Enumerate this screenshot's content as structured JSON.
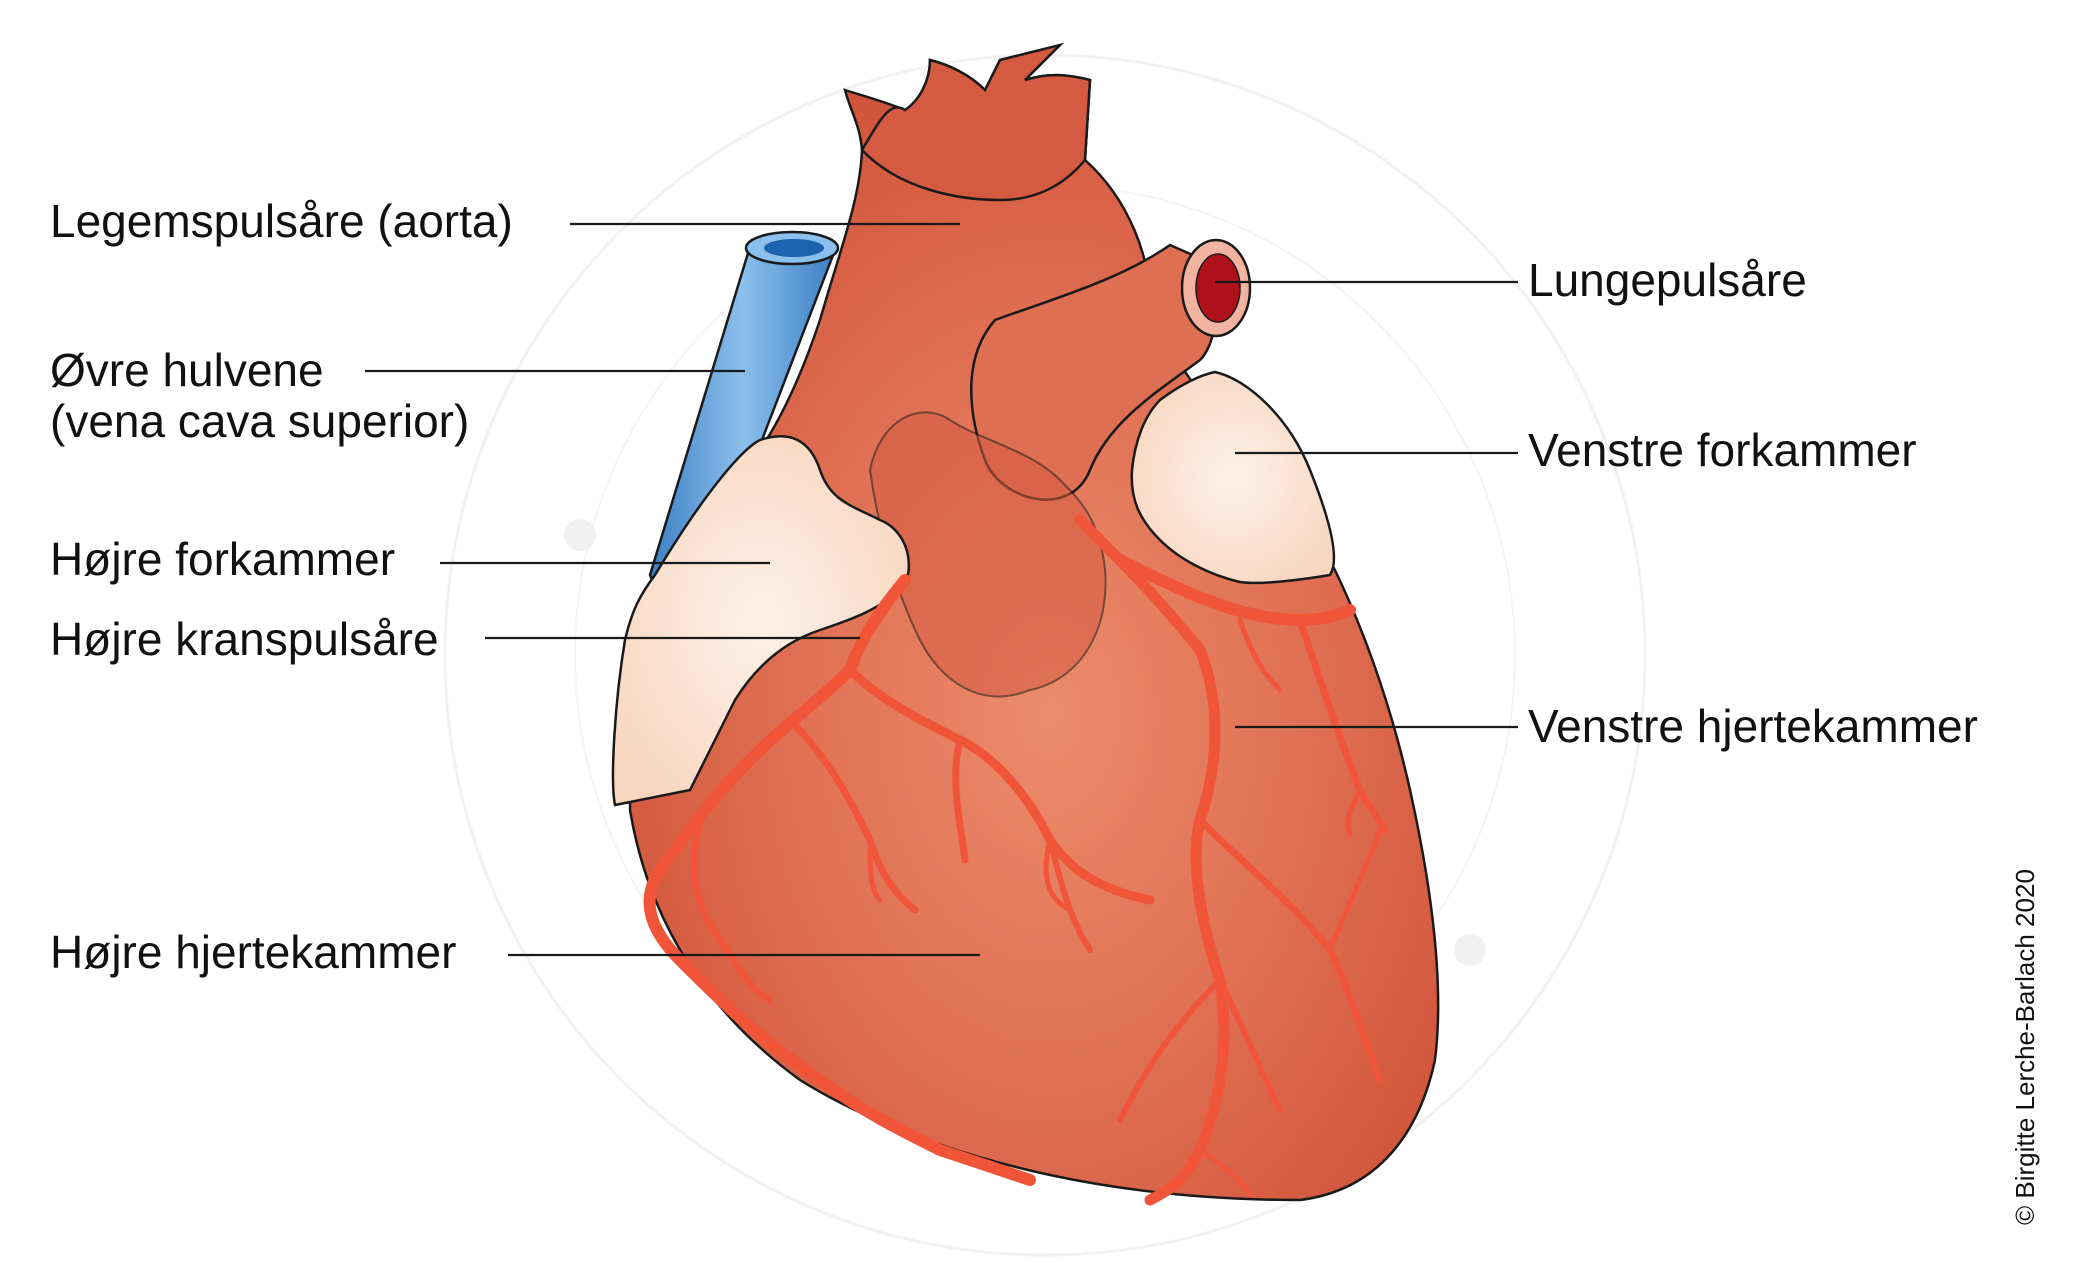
{
  "labels": {
    "aorta": "Legemspulsåre (aorta)",
    "vena_line1": "Øvre hulvene",
    "vena_line2": "(vena cava superior)",
    "right_atrium": "Højre forkammer",
    "right_coronary": "Højre kranspulsåre",
    "right_ventricle": "Højre hjertekammer",
    "pulmonary": "Lungepulsåre",
    "left_atrium": "Venstre forkammer",
    "left_ventricle": "Venstre hjertekammer"
  },
  "credit": "© Birgitte Lerche-Barlach 2020",
  "colors": {
    "heart": "#d8634a",
    "heart_light": "#e88a6a",
    "vessel": "#f0553a",
    "vena": "#5b9fdd",
    "atrium": "#fbe3d2",
    "pulmonary_ring": "#f2b4a0",
    "pulmonary_lumen": "#b0101a",
    "watermark": "#e8e8e8"
  }
}
